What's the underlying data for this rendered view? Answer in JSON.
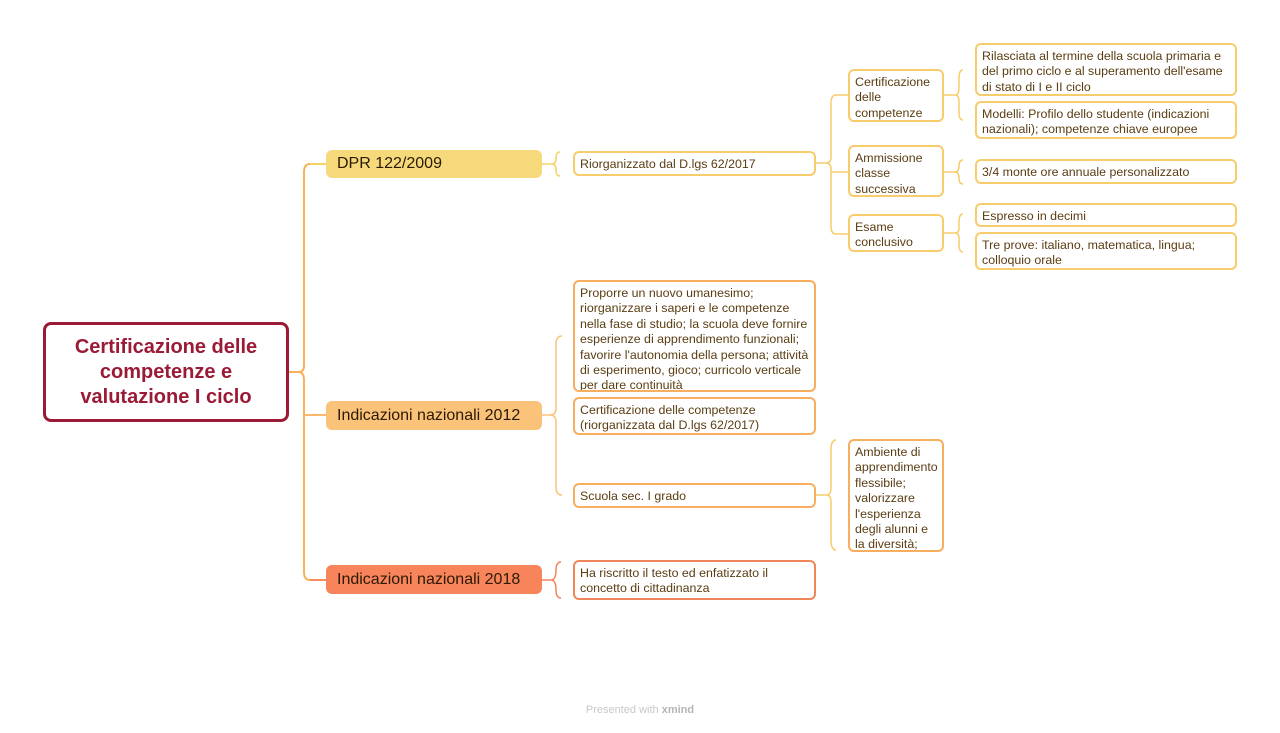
{
  "root": {
    "title": "Certificazione delle competenze e valutazione I ciclo"
  },
  "branches": {
    "dpr": {
      "label": "DPR 122/2009",
      "child": "Riorganizzato dal D.lgs 62/2017",
      "sub": {
        "certificazione": {
          "label": "Certificazione delle competenze",
          "items": [
            "Rilasciata al termine della scuola primaria e del primo ciclo e al superamento dell'esame di stato di I e II ciclo",
            "Modelli: Profilo dello studente (indicazioni nazionali); competenze chiave europee"
          ]
        },
        "ammissione": {
          "label": "Ammissione classe successiva",
          "items": [
            "3/4 monte ore annuale personalizzato"
          ]
        },
        "esame": {
          "label": "Esame conclusivo",
          "items": [
            "Espresso in decimi",
            "Tre prove: italiano, matematica, lingua; colloquio orale"
          ]
        }
      }
    },
    "ind2012": {
      "label": "Indicazioni nazionali 2012",
      "items": [
        "Proporre un nuovo umanesimo; riorganizzare i saperi e le competenze nella fase di studio; la scuola deve fornire esperienze di apprendimento funzionali; favorire l'autonomia della persona; attività di esperimento, gioco; curricolo verticale per dare continuità",
        "Certificazione delle competenze (riorganizzata dal D.lgs 62/2017)",
        "Scuola sec. I grado"
      ],
      "scuola_detail": "Ambiente di apprendimento flessibile; valorizzare l'esperienza degli alunni e la diversità;"
    },
    "ind2018": {
      "label": "Indicazioni nazionali 2018",
      "child": "Ha riscritto il testo ed enfatizzato il concetto di cittadinanza"
    }
  },
  "footer": {
    "prefix": "Presented with",
    "brand": "xmind"
  },
  "colors": {
    "root": "#9b1b36",
    "dpr": "#f5d97a",
    "ind2012": "#fbc27a",
    "ind2018": "#f7845a",
    "leaf_border": "#f7cc6a"
  }
}
